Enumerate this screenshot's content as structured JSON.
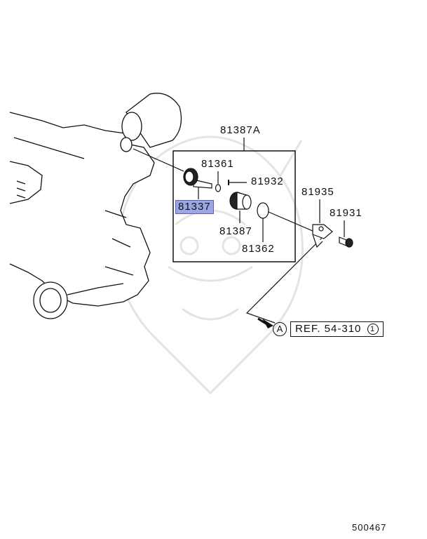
{
  "parts": {
    "assembly": "81387A",
    "p81361": "81361",
    "p81932": "81932",
    "p81337": "81337",
    "p81387": "81387",
    "p81362": "81362",
    "p81935": "81935",
    "p81931": "81931"
  },
  "reference": {
    "marker": "A",
    "text": "REF. 54-310",
    "sub": "1"
  },
  "diagram_id": "500467",
  "highlight_color": "#9aa6e6"
}
